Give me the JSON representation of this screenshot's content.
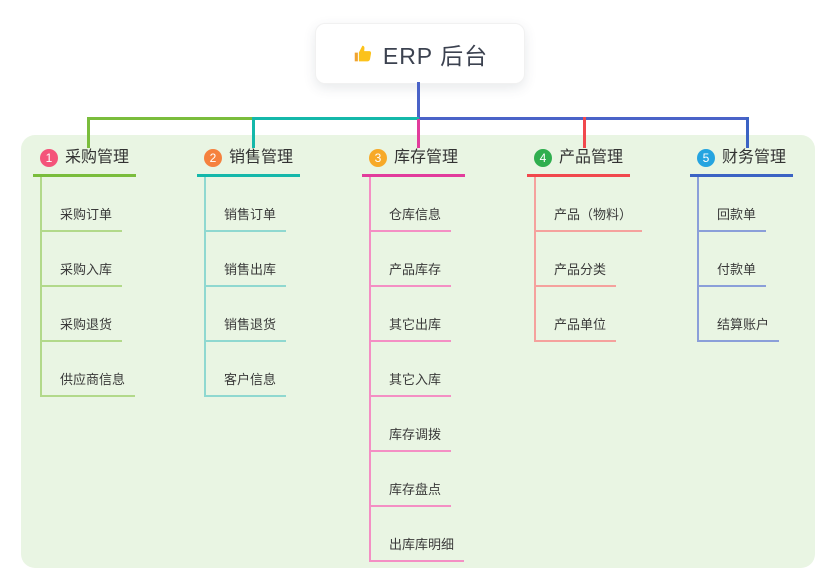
{
  "root": {
    "label": "ERP 后台",
    "icon": "thumbs-up-icon",
    "trunk_color": "#4a63c8"
  },
  "panel_bg": "#e9f5e3",
  "connector_colors": {
    "left_outer": "#7abd3c",
    "left_inner": "#14b8aa",
    "right": "#4a63c8",
    "center_drop": "#e23c9c"
  },
  "branches": [
    {
      "num": "1",
      "label": "采购管理",
      "colors": {
        "badge": "#f4537a",
        "main": "#7abd3c",
        "light": "#b2d98a"
      },
      "children": [
        "采购订单",
        "采购入库",
        "采购退货",
        "供应商信息"
      ]
    },
    {
      "num": "2",
      "label": "销售管理",
      "colors": {
        "badge": "#f5813e",
        "main": "#14b8aa",
        "light": "#8fd8d0"
      },
      "children": [
        "销售订单",
        "销售出库",
        "销售退货",
        "客户信息"
      ]
    },
    {
      "num": "3",
      "label": "库存管理",
      "colors": {
        "badge": "#f7a928",
        "main": "#e23c9c",
        "light": "#f48fc4"
      },
      "children": [
        "仓库信息",
        "产品库存",
        "其它出库",
        "其它入库",
        "库存调拨",
        "库存盘点",
        "出库库明细"
      ]
    },
    {
      "num": "4",
      "label": "产品管理",
      "colors": {
        "badge": "#2fae4e",
        "main": "#f1484d",
        "light": "#f5a19d"
      },
      "children": [
        "产品（物料）",
        "产品分类",
        "产品单位"
      ]
    },
    {
      "num": "5",
      "label": "财务管理",
      "colors": {
        "badge": "#25a4e0",
        "main": "#3b63c4",
        "light": "#8b9fd9"
      },
      "children": [
        "回款单",
        "付款单",
        "结算账户"
      ]
    }
  ]
}
